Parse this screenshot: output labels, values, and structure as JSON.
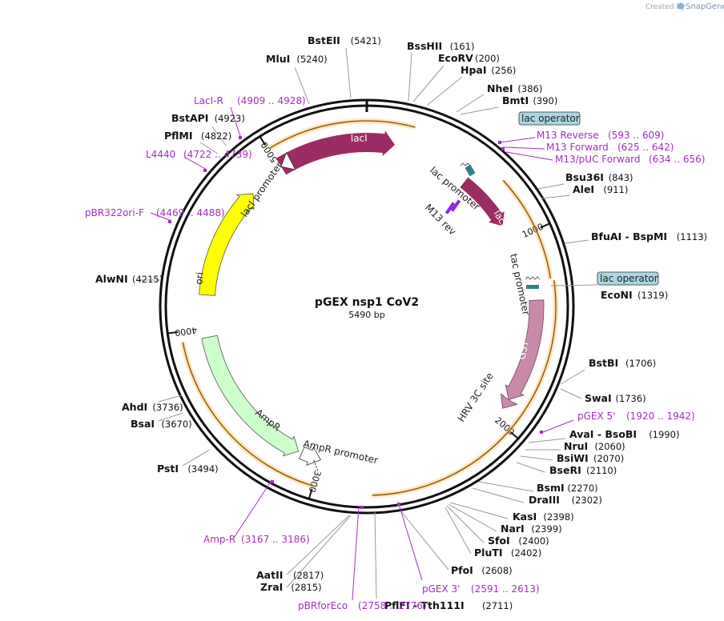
{
  "credit": {
    "prefix": "Created by",
    "brand": "SnapGene"
  },
  "plasmid": {
    "name": "pGEX nsp1 CoV2",
    "size_label": "5490 bp",
    "length": 5490
  },
  "colors": {
    "backbone": "#111111",
    "primer": "#a030c0",
    "lacI": "#9b2c63",
    "lacZa": "#9b2c63",
    "gst": "#c88aa8",
    "ori": "#ffff00",
    "ampR": "#ccffcc",
    "highlight": "#f5b342",
    "operator_fill": "#a9d7e3",
    "promoter": "#ffffff"
  },
  "ticks": [
    {
      "label": "1000"
    },
    {
      "label": "2000"
    },
    {
      "label": "3000"
    },
    {
      "label": "4000"
    },
    {
      "label": "5000"
    }
  ],
  "enzymes": [
    {
      "name": "BstEII",
      "pos": "(5421)"
    },
    {
      "name": "MluI",
      "pos": "(5240)"
    },
    {
      "name": "BssHII",
      "pos": "(161)"
    },
    {
      "name": "EcoRV",
      "pos": "(200)"
    },
    {
      "name": "HpaI",
      "pos": "(256)"
    },
    {
      "name": "NheI",
      "pos": "(386)"
    },
    {
      "name": "BmtI",
      "pos": "(390)"
    },
    {
      "name": "BstAPI",
      "pos": "(4923)"
    },
    {
      "name": "PflMI",
      "pos": "(4822)"
    },
    {
      "name": "Bsu36I",
      "pos": "(843)"
    },
    {
      "name": "AleI",
      "pos": "(911)"
    },
    {
      "name": "BfuAI - BspMI",
      "pos": "(1113)"
    },
    {
      "name": "AlwNI",
      "pos": "(4215)"
    },
    {
      "name": "EcoNI",
      "pos": "(1319)"
    },
    {
      "name": "BstBI",
      "pos": "(1706)"
    },
    {
      "name": "SwaI",
      "pos": "(1736)"
    },
    {
      "name": "AhdI",
      "pos": "(3736)"
    },
    {
      "name": "BsaI",
      "pos": "(3670)"
    },
    {
      "name": "AvaI - BsoBI",
      "pos": "(1990)"
    },
    {
      "name": "NruI",
      "pos": "(2060)"
    },
    {
      "name": "BsiWI",
      "pos": "(2070)"
    },
    {
      "name": "BseRI",
      "pos": "(2110)"
    },
    {
      "name": "PstI",
      "pos": "(3494)"
    },
    {
      "name": "BsmI",
      "pos": "(2270)"
    },
    {
      "name": "DraIII",
      "pos": "(2302)"
    },
    {
      "name": "KasI",
      "pos": "(2398)"
    },
    {
      "name": "NarI",
      "pos": "(2399)"
    },
    {
      "name": "SfoI",
      "pos": "(2400)"
    },
    {
      "name": "PluTI",
      "pos": "(2402)"
    },
    {
      "name": "PfoI",
      "pos": "(2608)"
    },
    {
      "name": "AatII",
      "pos": "(2817)"
    },
    {
      "name": "ZraI",
      "pos": "(2815)"
    },
    {
      "name": "PflFI - Tth111I",
      "pos": "(2711)"
    }
  ],
  "primers": [
    {
      "name": "LacI-R",
      "range": "(4909 .. 4928)"
    },
    {
      "name": "L4440",
      "range": "(4722 .. 4739)"
    },
    {
      "name": "pBR322ori-F",
      "range": "(4469 .. 4488)"
    },
    {
      "name": "M13 Reverse",
      "range": "(593 .. 609)"
    },
    {
      "name": "M13 Forward",
      "range": "(625 .. 642)"
    },
    {
      "name": "M13/pUC Forward",
      "range": "(634 .. 656)"
    },
    {
      "name": "pGEX 5'",
      "range": "(1920 .. 1942)"
    },
    {
      "name": "pGEX 3'",
      "range": "(2591 .. 2613)"
    },
    {
      "name": "Amp-R",
      "range": "(3167 .. 3186)"
    },
    {
      "name": "pBRforEco",
      "range": "(2758 .. 2776)"
    }
  ],
  "features": {
    "lacI": "lacI",
    "lacI_promoter": "lacI promoter",
    "lac_promoter": "lac promoter",
    "lac_operator": "lac operator",
    "lacZa": "lacZα",
    "m13_rev": "M13 rev",
    "tac_promoter": "tac promoter",
    "gst": "GST",
    "hrv": "HRV 3C site",
    "ori": "ori",
    "ampR": "AmpR",
    "ampR_promoter": "AmpR promoter"
  }
}
